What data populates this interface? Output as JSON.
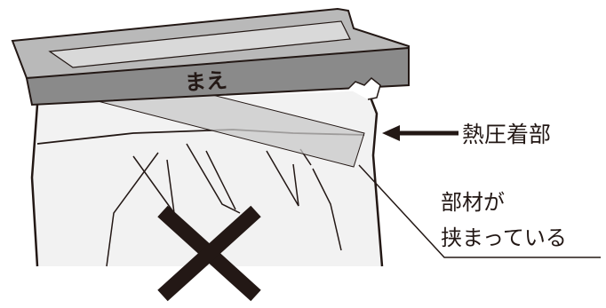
{
  "diagram": {
    "front_label": "まえ",
    "heat_seal_label": "熱圧着部",
    "caught_label_line1": "部材が",
    "caught_label_line2": "挟まっている"
  },
  "colors": {
    "ink": "#231815",
    "sealer_face": "#8a8a8a",
    "sealer_top": "#b9b9b9",
    "caught_strip": "#c8c8c8",
    "bag_fill": "#f2f2f2"
  },
  "icons": {
    "prohibited_mark": "x-mark-icon",
    "pointer": "arrow-left-icon"
  }
}
